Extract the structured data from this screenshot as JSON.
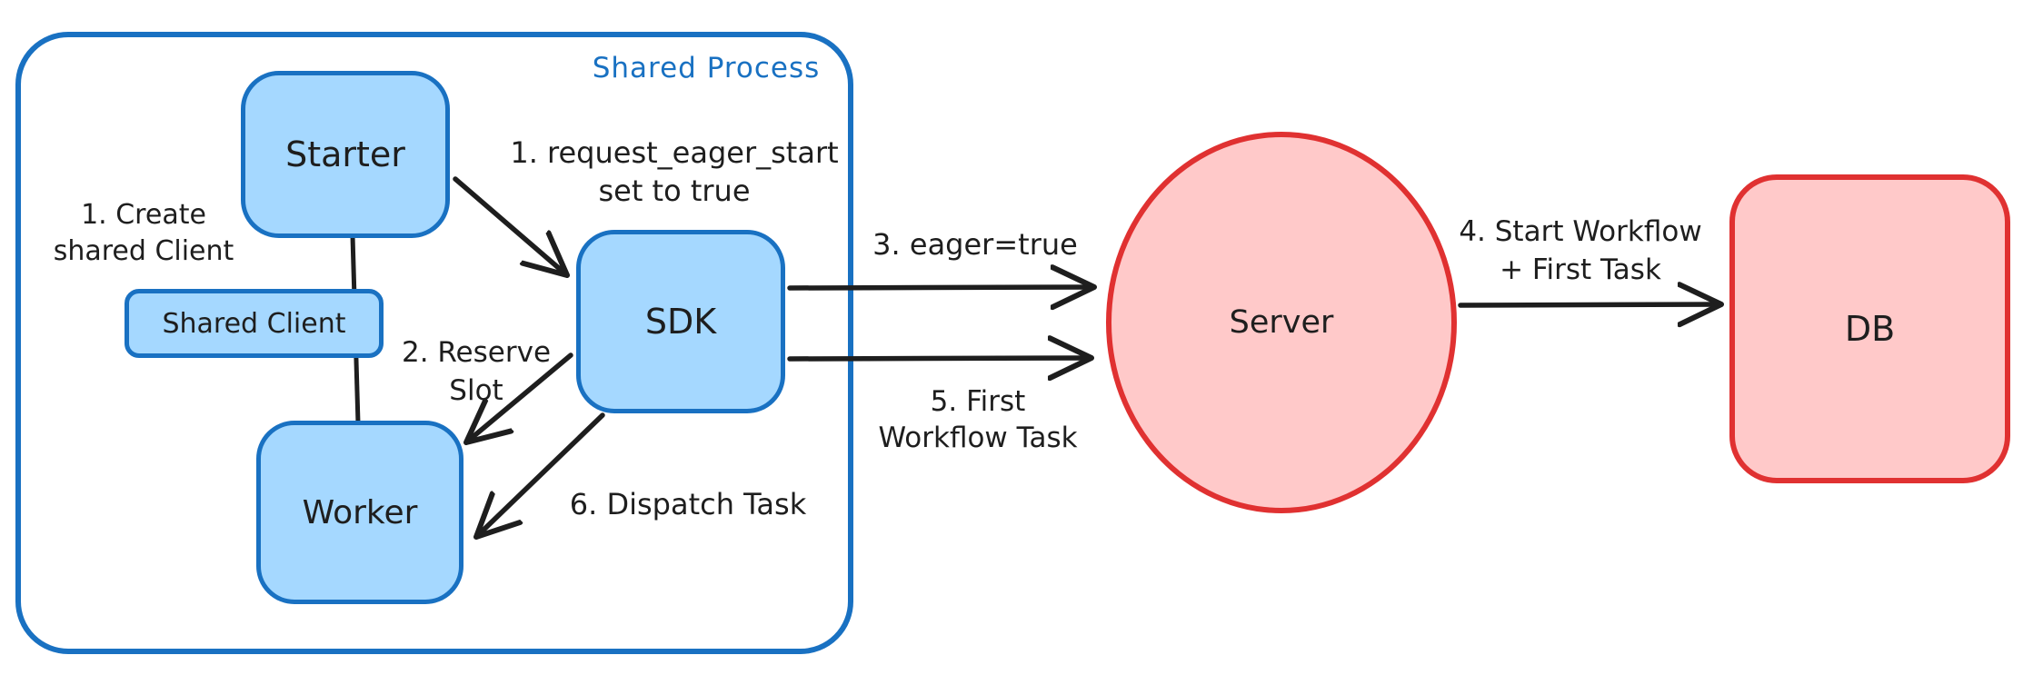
{
  "diagram": {
    "container": {
      "label": "Shared Process"
    },
    "nodes": {
      "starter": "Starter",
      "shared_client": "Shared Client",
      "worker": "Worker",
      "sdk": "SDK",
      "server": "Server",
      "db": "DB"
    },
    "annotations": {
      "create_client": {
        "line1": "1. Create",
        "line2": "shared Client"
      },
      "request_eager": {
        "line1": "1. request_eager_start",
        "line2": "set to true"
      },
      "reserve_slot": {
        "line1": "2. Reserve",
        "line2": "Slot"
      },
      "eager_true": {
        "text": "3. eager=true"
      },
      "start_workflow": {
        "line1": "4. Start Workflow",
        "line2": "+ First Task"
      },
      "first_workflow_task": {
        "line1": "5. First",
        "line2": "Workflow Task"
      },
      "dispatch_task": {
        "text": "6. Dispatch Task"
      }
    },
    "colors": {
      "blue_stroke": "#1971c2",
      "blue_fill": "#a5d8ff",
      "red_stroke": "#e03131",
      "red_fill": "#ffc9c9",
      "ink": "#1e1e1e",
      "bg": "#ffffff"
    }
  }
}
